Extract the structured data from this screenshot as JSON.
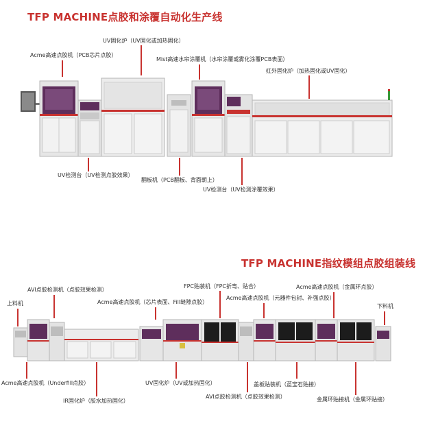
{
  "line1": {
    "title": "TFP MACHINE点胶和涂覆自动化生产线",
    "labels": {
      "uv_oven": "UV固化炉（UV固化或加热固化）",
      "acme_top": "Acme高速点胶机（PCB芯片点胶）",
      "mist": "Mist高速水帘涂覆机（水帘涂覆或雾化涂覆PCB表面）",
      "ir_oven": "红外固化炉（加热固化或UV固化）",
      "uv_check1": "UV检测台（UV检测点胶效果）",
      "flipper": "翻板机（PCB翻板、背面朝上）",
      "uv_check2": "UV检测台（UV检测涂覆效果）"
    }
  },
  "line2": {
    "title": "TFP MACHINE指纹模组点胶组装线",
    "labels": {
      "loader": "上料机",
      "avi_top": "AVI点胶检测机（点胶效果检测）",
      "acme_chip": "Acme高速点胶机（芯片表面、Fill缝隙点胶）",
      "fpc": "FPC贴装机（FPC折弯、贴合）",
      "acme_comp": "Acme高速点胶机（元器件包封、补强点胶）",
      "acme_ring": "Acme高速点胶机（金属环点胶）",
      "unloader": "下料机",
      "acme_underfill": "Acme高速点胶机（Underfill点胶）",
      "ir_oven": "IR固化炉（胶水加热固化）",
      "uv_oven": "UV固化炉（UV或加热固化）",
      "avi_bottom": "AVI点胶检测机（点胶效果检测）",
      "cover": "盖板贴装机（蓝宝石贴接）",
      "ring_mount": "金属环贴接机（金属环贴接）"
    }
  },
  "colors": {
    "accent": "#c8322f",
    "purple": "#6b2a6e",
    "body": "#e9e9e9",
    "frame": "#bdbdbd"
  }
}
